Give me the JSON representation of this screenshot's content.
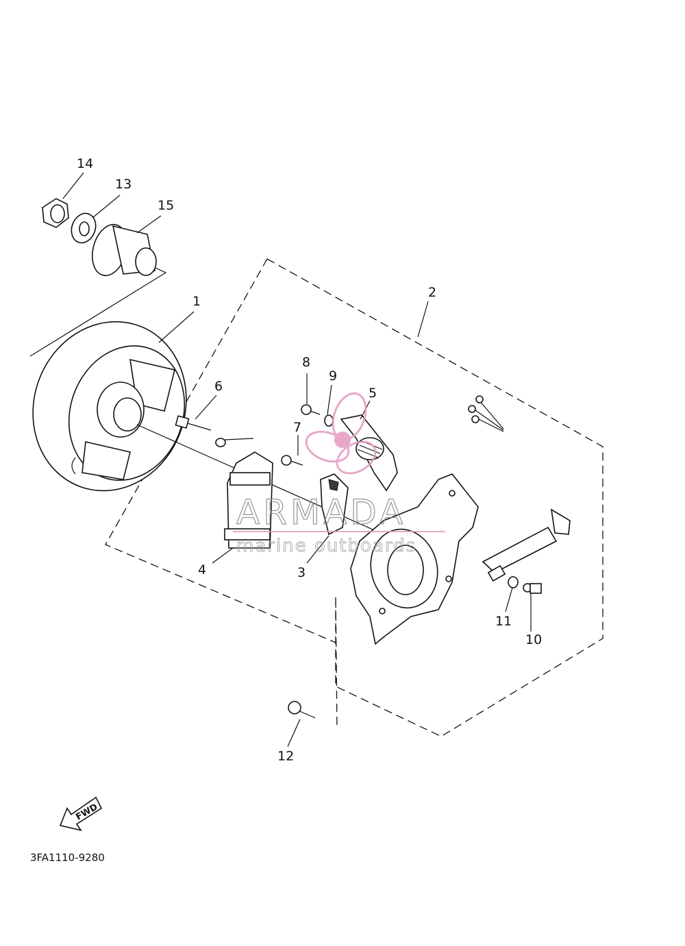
{
  "diagram": {
    "code": "3FA1110-9280",
    "fwd_label": "FWD",
    "callouts": [
      {
        "id": "c1",
        "text": "1"
      },
      {
        "id": "c2",
        "text": "2"
      },
      {
        "id": "c3",
        "text": "3"
      },
      {
        "id": "c4",
        "text": "4"
      },
      {
        "id": "c5",
        "text": "5"
      },
      {
        "id": "c6",
        "text": "6"
      },
      {
        "id": "c7",
        "text": "7"
      },
      {
        "id": "c8",
        "text": "8"
      },
      {
        "id": "c9",
        "text": "9"
      },
      {
        "id": "c10",
        "text": "10"
      },
      {
        "id": "c11",
        "text": "11"
      },
      {
        "id": "c12",
        "text": "12"
      },
      {
        "id": "c13",
        "text": "13"
      },
      {
        "id": "c14",
        "text": "14"
      },
      {
        "id": "c15",
        "text": "15"
      }
    ]
  },
  "watermark": {
    "brand": "ARMADA",
    "tagline": "marine outboards",
    "logo_color": "#e39ac1"
  }
}
